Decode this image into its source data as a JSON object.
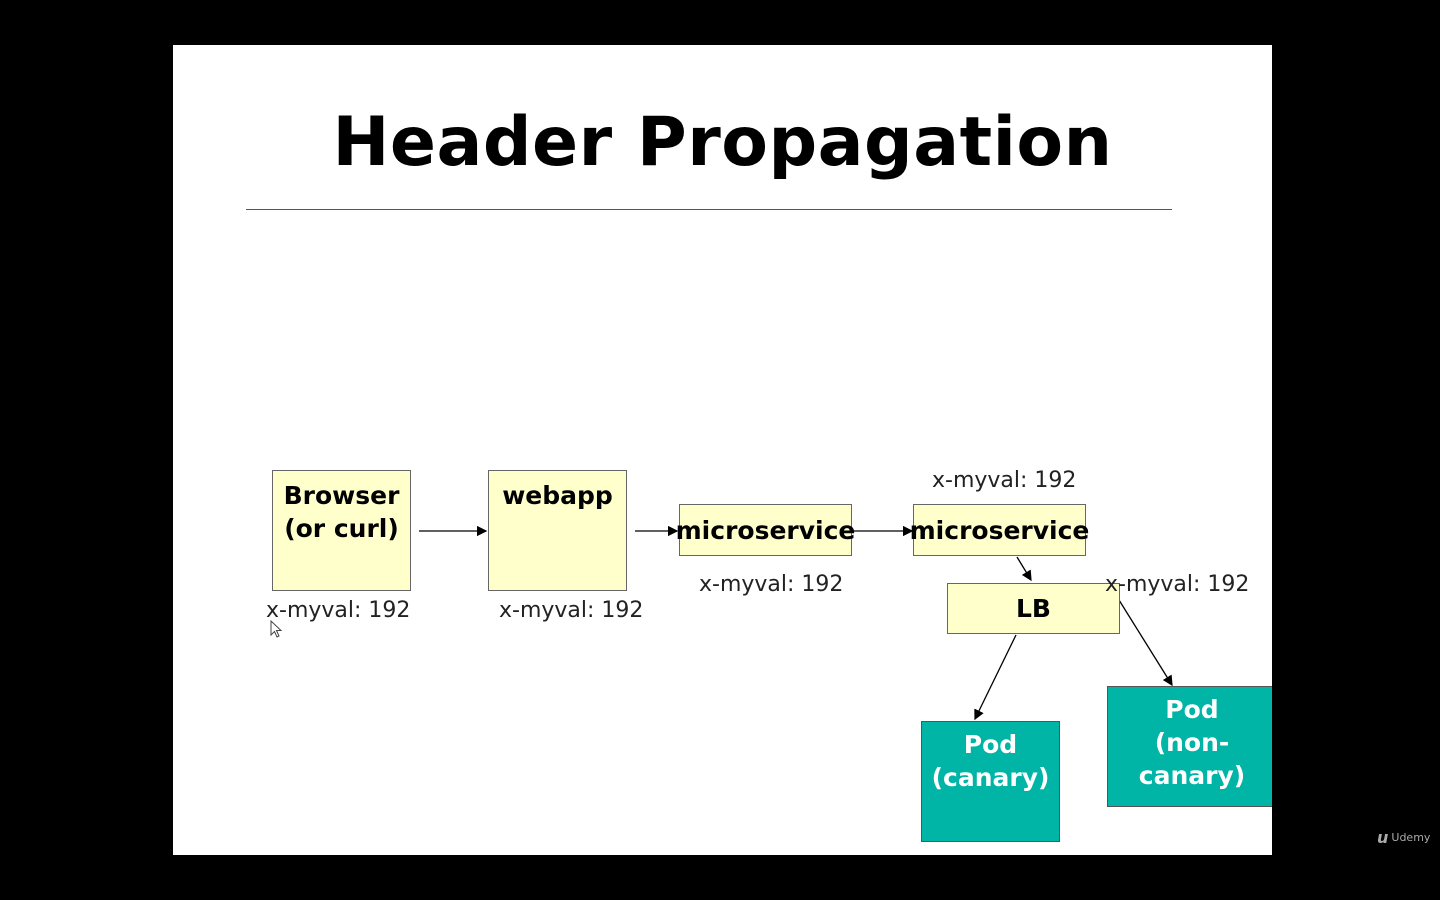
{
  "title": "Header Propagation",
  "nodes": {
    "browser": [
      "Browser",
      "(or curl)"
    ],
    "webapp": "webapp",
    "microservice1": "microservice",
    "microservice2": "microservice",
    "lb": "LB",
    "pod_canary": [
      "Pod",
      "(canary)"
    ],
    "pod_noncanary": [
      "Pod",
      "(non-canary)"
    ]
  },
  "header_labels": {
    "browser": "x-myval: 192",
    "webapp": "x-myval: 192",
    "microservice1": "x-myval: 192",
    "microservice2": "x-myval: 192",
    "lb": "x-myval: 192"
  },
  "colors": {
    "service_box": "#ffffcc",
    "pod_box": "#00b4a6",
    "background": "#000000"
  },
  "watermark": "Udemy"
}
